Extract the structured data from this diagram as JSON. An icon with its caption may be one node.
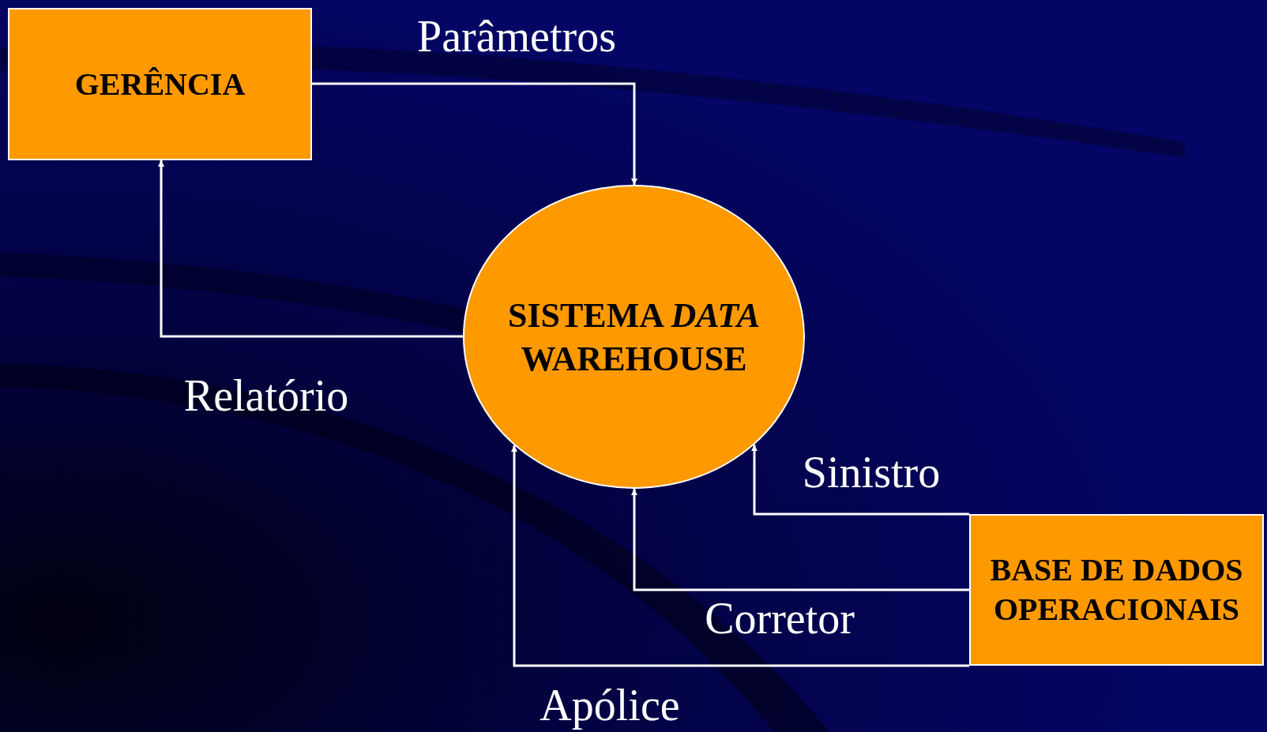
{
  "diagram": {
    "nodes": [
      {
        "text": [
          "GERÊNCIA"
        ]
      },
      {
        "text": [
          "SISTEMA *DATA* WAREHOUSE"
        ]
      },
      {
        "text": [
          "BASE DE DADOS OPERACIONAIS"
        ]
      }
    ],
    "edges": [
      {
        "from": 0,
        "to": 1,
        "arrow": "to",
        "label": "Parâmetros"
      },
      {
        "from": 1,
        "to": 0,
        "arrow": "to",
        "label": "Relatório"
      },
      {
        "from": 2,
        "to": 1,
        "arrow": "to",
        "label": "Sinistro"
      },
      {
        "from": 2,
        "to": 1,
        "arrow": "to",
        "label": "Corretor"
      },
      {
        "from": 2,
        "to": 1,
        "arrow": "to",
        "label": "Apólice"
      }
    ]
  }
}
